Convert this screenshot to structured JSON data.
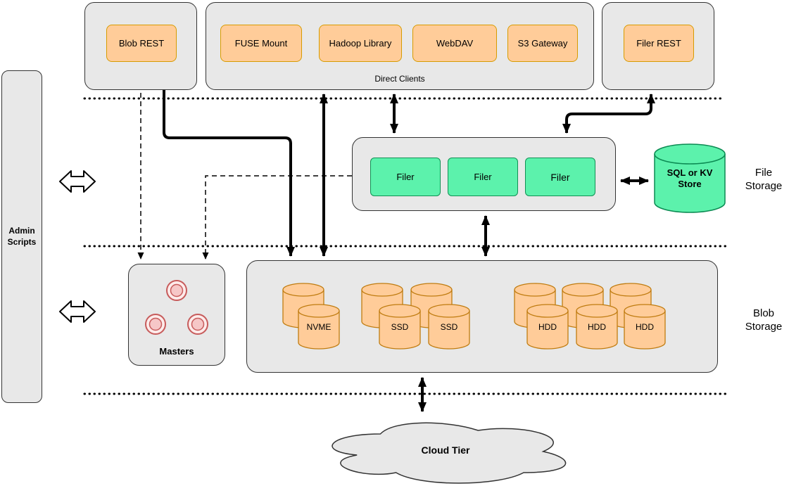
{
  "colors": {
    "container_gray": "#E8E8E8",
    "client_orange": "#FFCC99",
    "orange_border": "#D79B00",
    "filer_green": "#5CF2AC",
    "master_pink": "#F6C7C7",
    "line_black": "#000000"
  },
  "admin_scripts": {
    "label": "Admin Scripts"
  },
  "top_row": {
    "blob_rest": {
      "label": "Blob REST"
    },
    "direct_clients": {
      "label": "Direct Clients",
      "clients": [
        {
          "label": "FUSE Mount"
        },
        {
          "label": "Hadoop Library"
        },
        {
          "label": "WebDAV"
        },
        {
          "label": "S3 Gateway"
        }
      ]
    },
    "filer_rest": {
      "label": "Filer REST"
    }
  },
  "file_storage": {
    "section_label": "File Storage",
    "filers": [
      {
        "label": "Filer"
      },
      {
        "label": "Filer"
      },
      {
        "label": "Filer"
      }
    ],
    "kv_store": {
      "label": "SQL or KV Store"
    }
  },
  "blob_storage": {
    "section_label": "Blob Storage",
    "masters": {
      "label": "Masters"
    },
    "nvme": {
      "label": "NVME"
    },
    "ssd": [
      {
        "label": "SSD"
      },
      {
        "label": "SSD"
      }
    ],
    "hdd": [
      {
        "label": "HDD"
      },
      {
        "label": "HDD"
      },
      {
        "label": "HDD"
      }
    ]
  },
  "cloud_tier": {
    "label": "Cloud Tier"
  }
}
